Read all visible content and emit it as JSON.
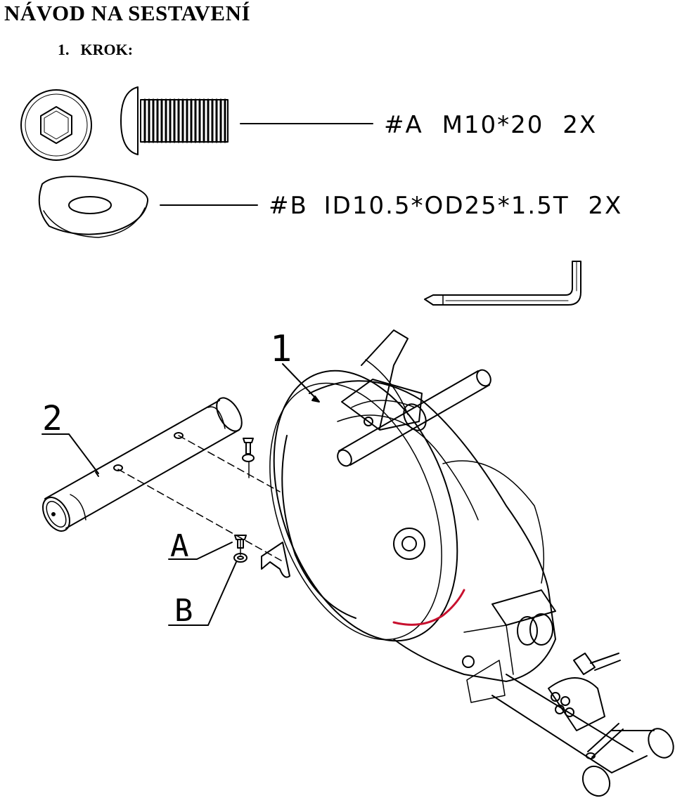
{
  "document": {
    "title": "NÁVOD NA SESTAVENÍ",
    "step_number": "1.",
    "step_label": "KROK:"
  },
  "parts": [
    {
      "code": "#A",
      "spec": "M10*20",
      "qty": "2X"
    },
    {
      "code": "#B",
      "spec": "ID10.5*OD25*1.5T",
      "qty": "2X"
    }
  ],
  "callouts": {
    "main_body": "1",
    "front_stabilizer": "2",
    "bolt": "A",
    "washer": "B"
  },
  "colors": {
    "ink": "#000000",
    "accent_stripe": "#c8102e"
  }
}
